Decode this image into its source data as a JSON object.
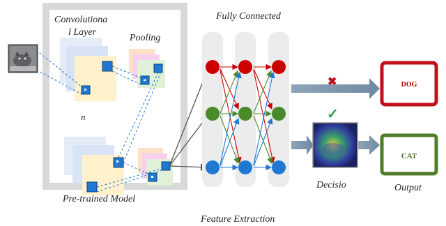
{
  "labels": {
    "conv_line1": "Convolutiona",
    "conv_line2": "l Layer",
    "pooling": "Pooling",
    "n": "n",
    "pretrained": "Pre-trained Model",
    "fully_connected": "Fully Connected",
    "feature_extraction": "Feature Extraction",
    "decision": "Decisio",
    "output": "Output"
  },
  "outputs": [
    {
      "label": "DOG",
      "mark": "✖",
      "mark_color": "#c0101a",
      "border_color": "#c0101a"
    },
    {
      "label": "CAT",
      "mark": "✓",
      "mark_color": "#2ea043",
      "border_color": "#4f7d2a"
    }
  ],
  "neuron_colors": {
    "top": "#cc0000",
    "middle": "#4a8a2a",
    "bottom": "#1f78d1"
  },
  "icons": {
    "input_image": "cat-photo-icon",
    "decision_image": "cat-heatmap-icon"
  }
}
